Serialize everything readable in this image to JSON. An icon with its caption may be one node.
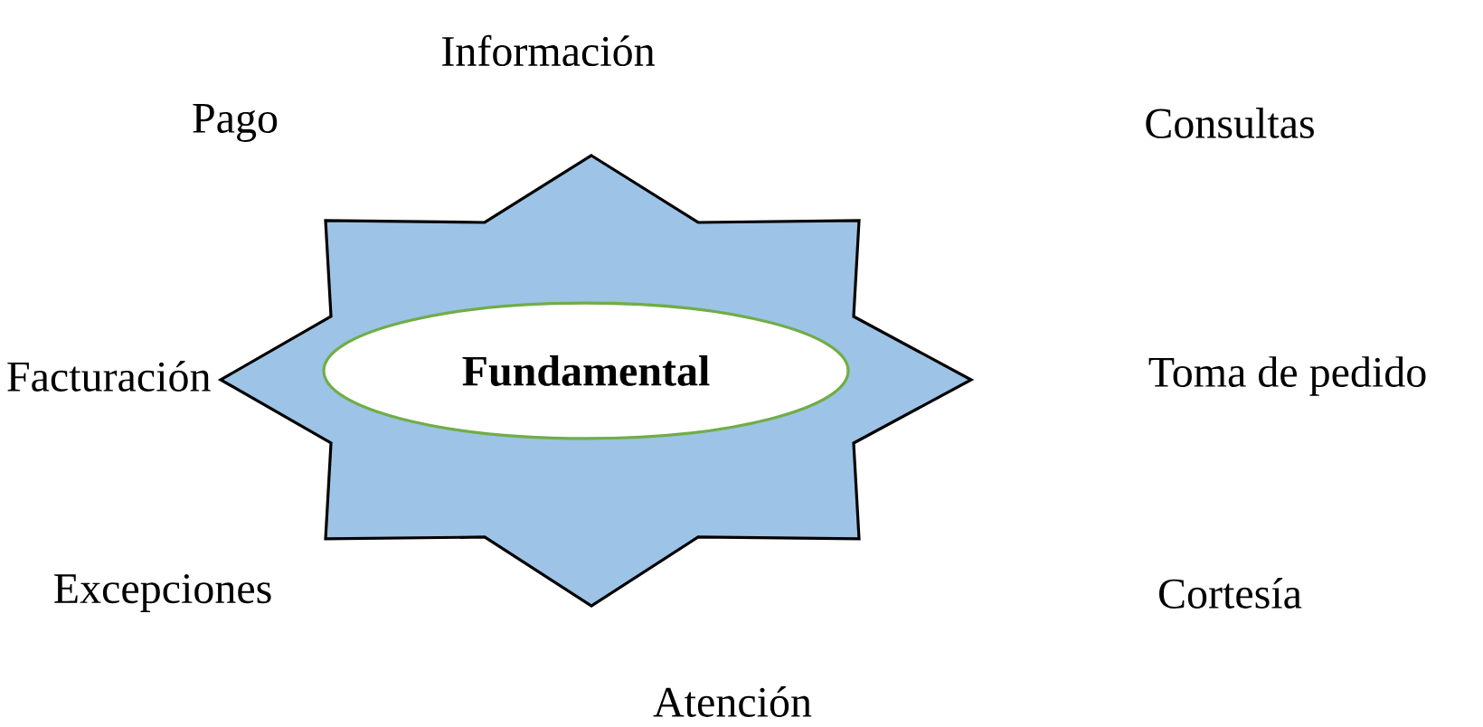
{
  "diagram": {
    "nodes": [
      {
        "text": [],
        "shape": "star"
      },
      {
        "text": [
          "Fundamental"
        ],
        "in": 0
      }
    ],
    "labels": [
      "Información",
      "Pago",
      "Consultas",
      "Facturación",
      "Toma de pedido",
      "Excepciones",
      "Cortesía",
      "Atención"
    ]
  }
}
